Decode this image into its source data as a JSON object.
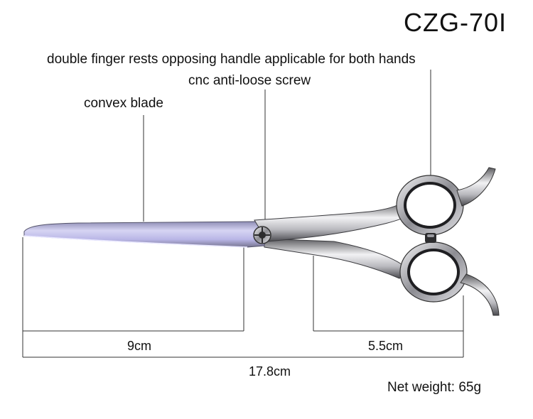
{
  "model": "CZG-70I",
  "features": {
    "finger_rest": "double finger rests opposing handle applicable for both hands",
    "screw": "cnc anti-loose screw",
    "blade": "convex blade"
  },
  "dimensions": {
    "blade_length": "9cm",
    "handle_length": "5.5cm",
    "total_length": "17.8cm"
  },
  "net_weight": "Net weight: 65g",
  "colors": {
    "text": "#111111",
    "guide_line": "#333333",
    "blade": "#c9c6ec",
    "steel": "#c8c8cc",
    "steel_dark": "#2c2c2e"
  }
}
